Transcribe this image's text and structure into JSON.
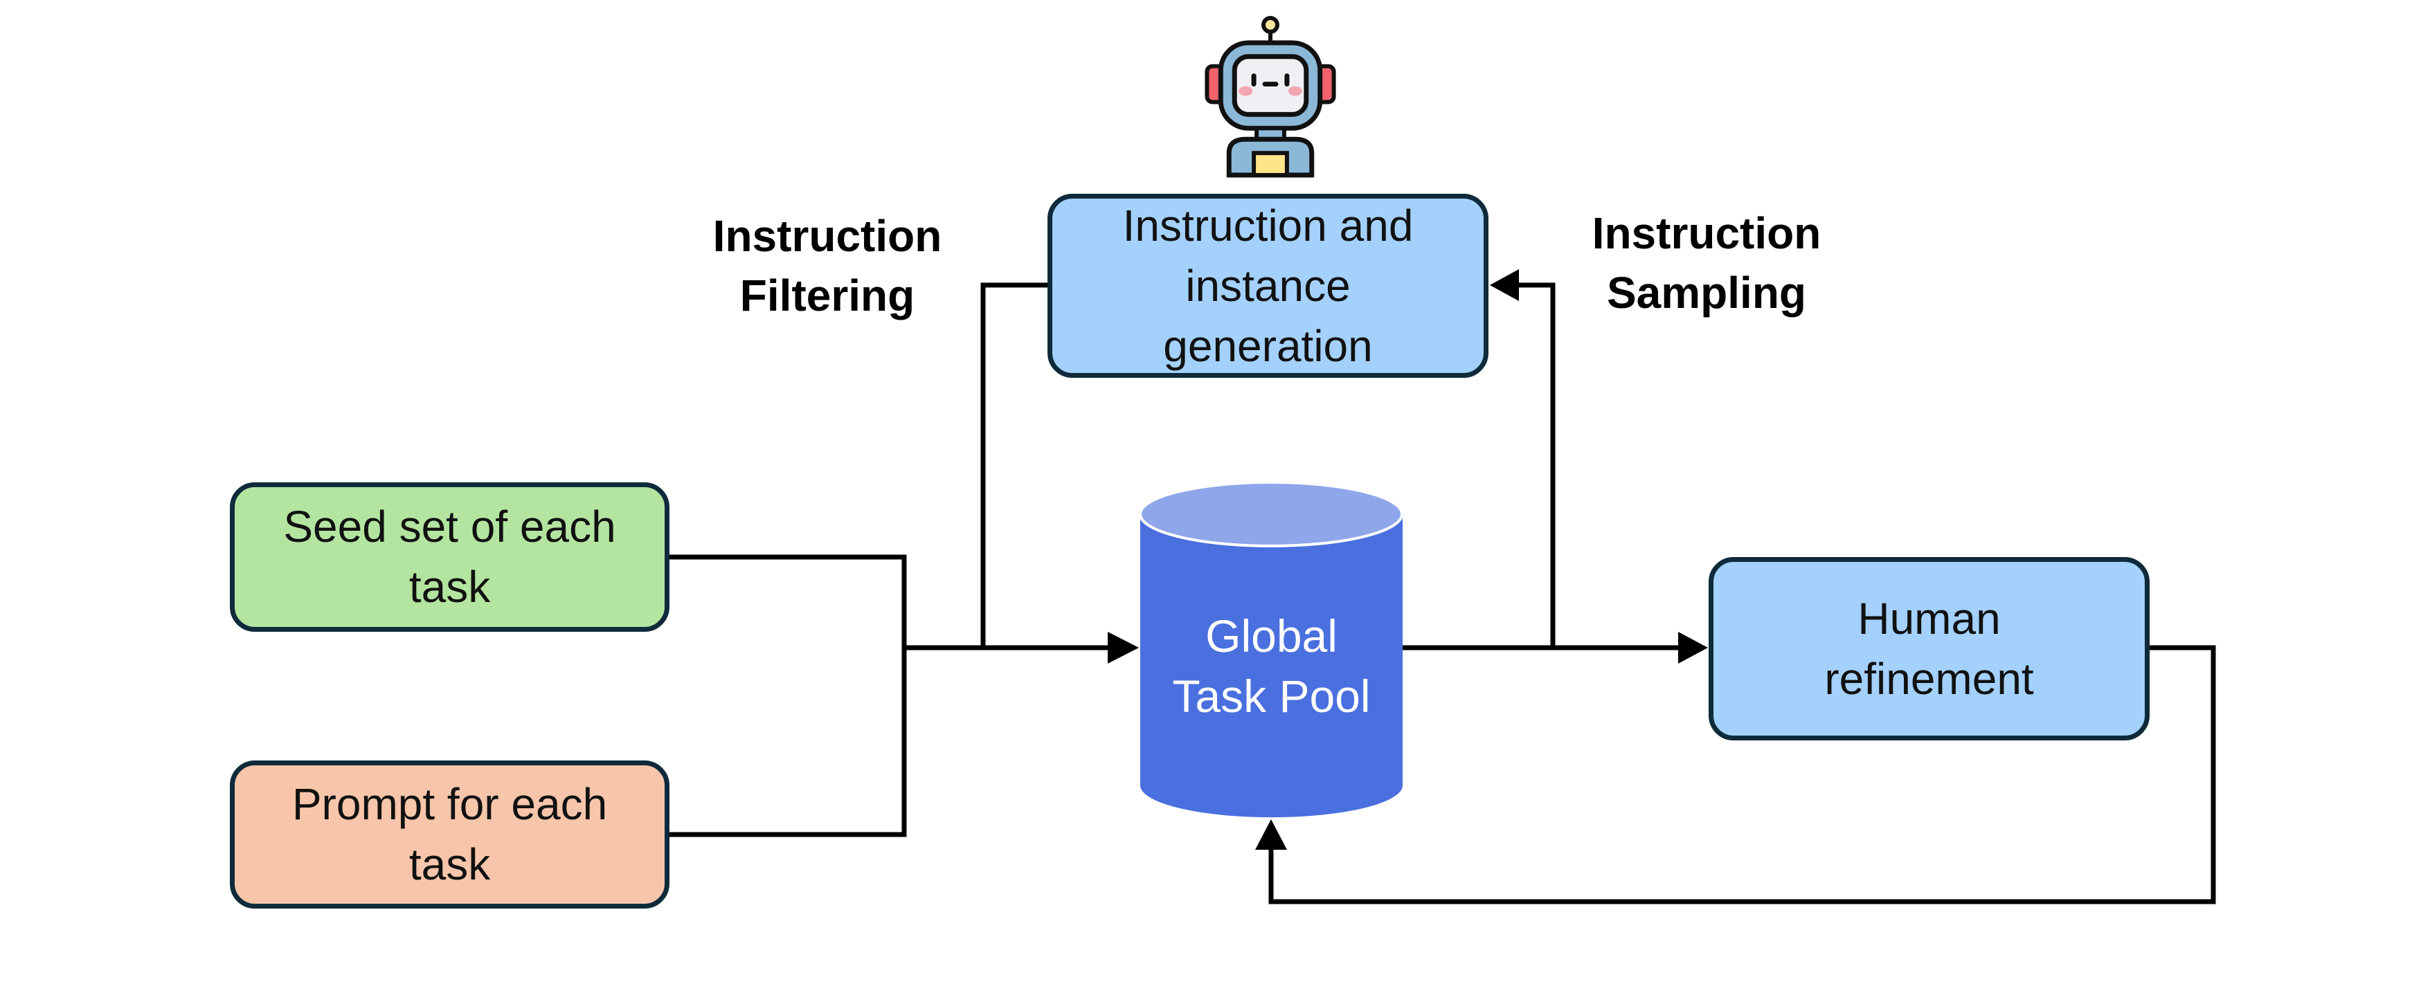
{
  "diagram": {
    "nodes": {
      "generation": {
        "lines": [
          "Instruction and",
          "instance",
          "generation"
        ],
        "fill": "#a3d1fb"
      },
      "seed": {
        "lines": [
          "Seed set of each",
          "task"
        ],
        "fill": "#b3e5a1"
      },
      "prompt": {
        "lines": [
          "Prompt for each",
          "task"
        ],
        "fill": "#f6c5aa"
      },
      "pool": {
        "lines": [
          "Global",
          "Task Pool"
        ],
        "fill": "#4a6fdf",
        "top_fill": "#8fa6ea"
      },
      "human": {
        "lines": [
          "Human",
          "refinement"
        ],
        "fill": "#a3d1fb"
      }
    },
    "edge_labels": {
      "filtering": [
        "Instruction",
        "Filtering"
      ],
      "sampling": [
        "Instruction",
        "Sampling"
      ]
    },
    "icons": {
      "agent": "robot-icon"
    },
    "colors": {
      "border": "#0f2a3a",
      "edge": "#000000"
    }
  }
}
